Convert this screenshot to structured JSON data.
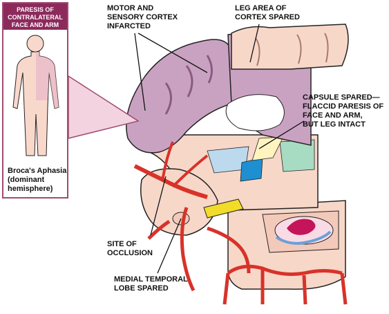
{
  "inset": {
    "header_lines": [
      "PARESIS OF",
      "CONTRALATERAL",
      "FACE AND ARM"
    ],
    "caption_lines": [
      "Broca's Aphasia",
      "(dominant",
      "hemisphere)"
    ]
  },
  "labels": {
    "motor_sensory": [
      "MOTOR AND",
      "SENSORY CORTEX",
      "INFARCTED"
    ],
    "leg_area": [
      "LEG AREA OF",
      "CORTEX SPARED"
    ],
    "capsule": [
      "CAPSULE SPARED—",
      "FLACCID PARESIS OF",
      "FACE AND ARM,",
      "BUT LEG INTACT"
    ],
    "occlusion": [
      "SITE OF",
      "OCCLUSION"
    ],
    "temporal": [
      "MEDIAL TEMPORAL",
      "LOBE SPARED"
    ]
  },
  "colors": {
    "infarct": "#c9a2c2",
    "tissue": "#f7d7c8",
    "artery": "#d8322a",
    "inset_border": "#a04a70",
    "inset_header": "#8c2a5c"
  }
}
